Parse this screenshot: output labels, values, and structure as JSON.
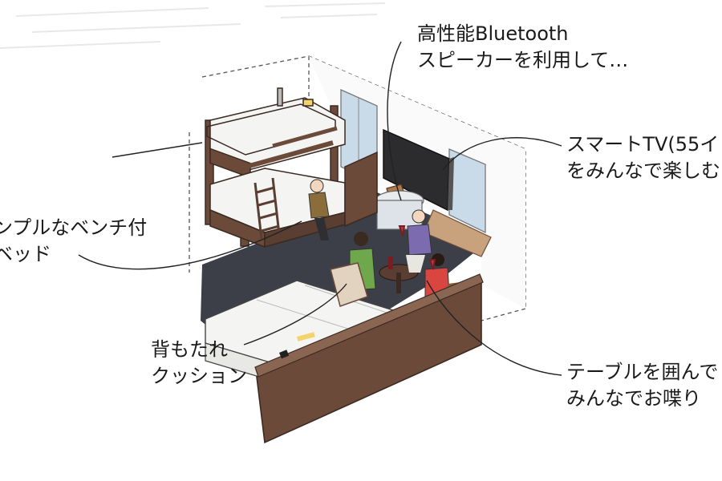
{
  "labels": {
    "speaker": {
      "line1": "高性能Bluetooth",
      "line2": "スピーカーを利用して…"
    },
    "tv": {
      "line1": "スマートTV(55イ",
      "line2": "をみんなで楽しむ"
    },
    "bench": {
      "line1": "ンプルなベンチ付",
      "line2": "ベッド"
    },
    "cushion": {
      "line1": "背もたれ",
      "line2": "クッション"
    },
    "table": {
      "line1": "テーブルを囲んで",
      "line2": "みんなでお喋り"
    }
  },
  "colors": {
    "wood": "#6b4a3a",
    "wood_dark": "#4d3328",
    "floor": "#3c3f47",
    "bedding": "#f4f4f2",
    "window": "#c9dbe8",
    "tv": "#2c2c2e",
    "person_green": "#6fa84c",
    "person_purple": "#7d6bb0",
    "person_red": "#d8463f",
    "person_olive": "#8a6d3b",
    "line": "#222222"
  },
  "icons": [
    "bunk-bed-icon",
    "ladder-icon",
    "tv-icon",
    "speaker-icon",
    "bed-icon",
    "cushion-icon",
    "round-table-icon",
    "wine-glass-icon"
  ]
}
